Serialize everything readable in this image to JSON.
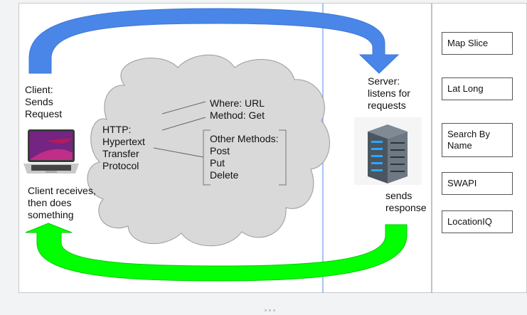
{
  "client": {
    "sends_label": "Client:\nSends\nRequest",
    "receives_label": "Client receives,\nthen does\nsomething",
    "laptop_icon": "laptop-icon"
  },
  "server": {
    "listens_label": "Server:\nlistens for\nrequests",
    "response_label": "sends\nresponse",
    "server_icon": "server-rack-icon"
  },
  "cloud": {
    "http_label": "HTTP:\nHypertext\nTransfer\nProtocol",
    "where_label": "Where: URL\nMethod: Get",
    "other_methods_label": "Other Methods:\nPost\nPut\nDelete"
  },
  "sidebar": {
    "items": [
      {
        "label": "Map Slice"
      },
      {
        "label": "Lat Long"
      },
      {
        "label": "Search By\nName"
      },
      {
        "label": "SWAPI"
      },
      {
        "label": "LocationIQ"
      }
    ]
  },
  "colors": {
    "request_arrow": "#4a86e8",
    "response_arrow": "#00ff00",
    "cloud_fill": "#d9d9d9",
    "divider_blue": "#6d9eeb",
    "divider_gray": "#999999"
  }
}
